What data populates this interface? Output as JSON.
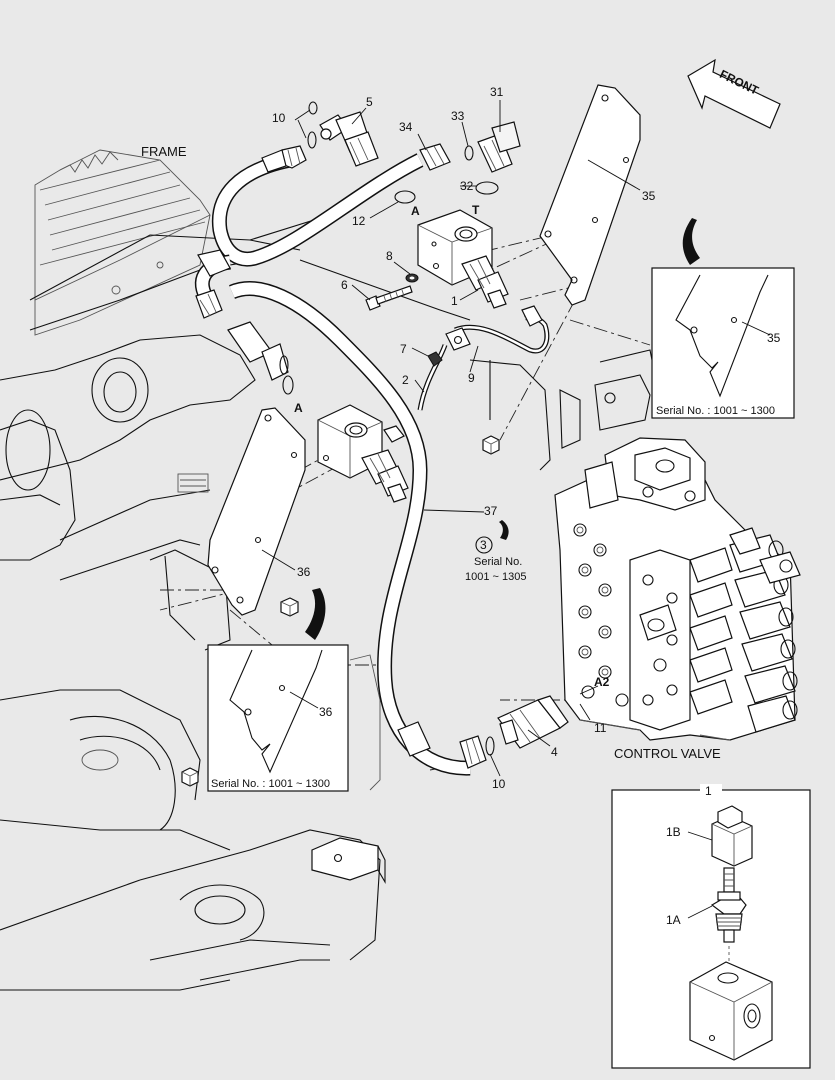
{
  "labels": {
    "frame": "FRAME",
    "front": "FRONT",
    "control_valve": "CONTROL VALVE",
    "port_a_top": "A",
    "port_t": "T",
    "port_a_mid": "A",
    "port_a2": "A2",
    "p1": "1",
    "p2": "2",
    "p4": "4",
    "p5": "5",
    "p6": "6",
    "p7": "7",
    "p8": "8",
    "p9": "9",
    "p10a": "10",
    "p10b": "10",
    "p11": "11",
    "p12": "12",
    "p31": "31",
    "p32": "32",
    "p33": "33",
    "p34": "34",
    "p35": "35",
    "p36": "36",
    "p37": "37",
    "note_num": "3",
    "serial_no": "Serial No.",
    "serial_range_note": "1001 ~ 1305"
  },
  "insets": {
    "inset35": {
      "part": "35",
      "caption": "Serial No. : 1001 ~ 1300"
    },
    "inset36": {
      "part": "36",
      "caption": "Serial No. : 1001 ~ 1300"
    },
    "detail1": {
      "title": "1",
      "label_1b": "1B",
      "label_1a": "1A"
    }
  },
  "colors": {
    "background": "#e9e9e9",
    "line": "#111111",
    "panel": "#ffffff"
  }
}
